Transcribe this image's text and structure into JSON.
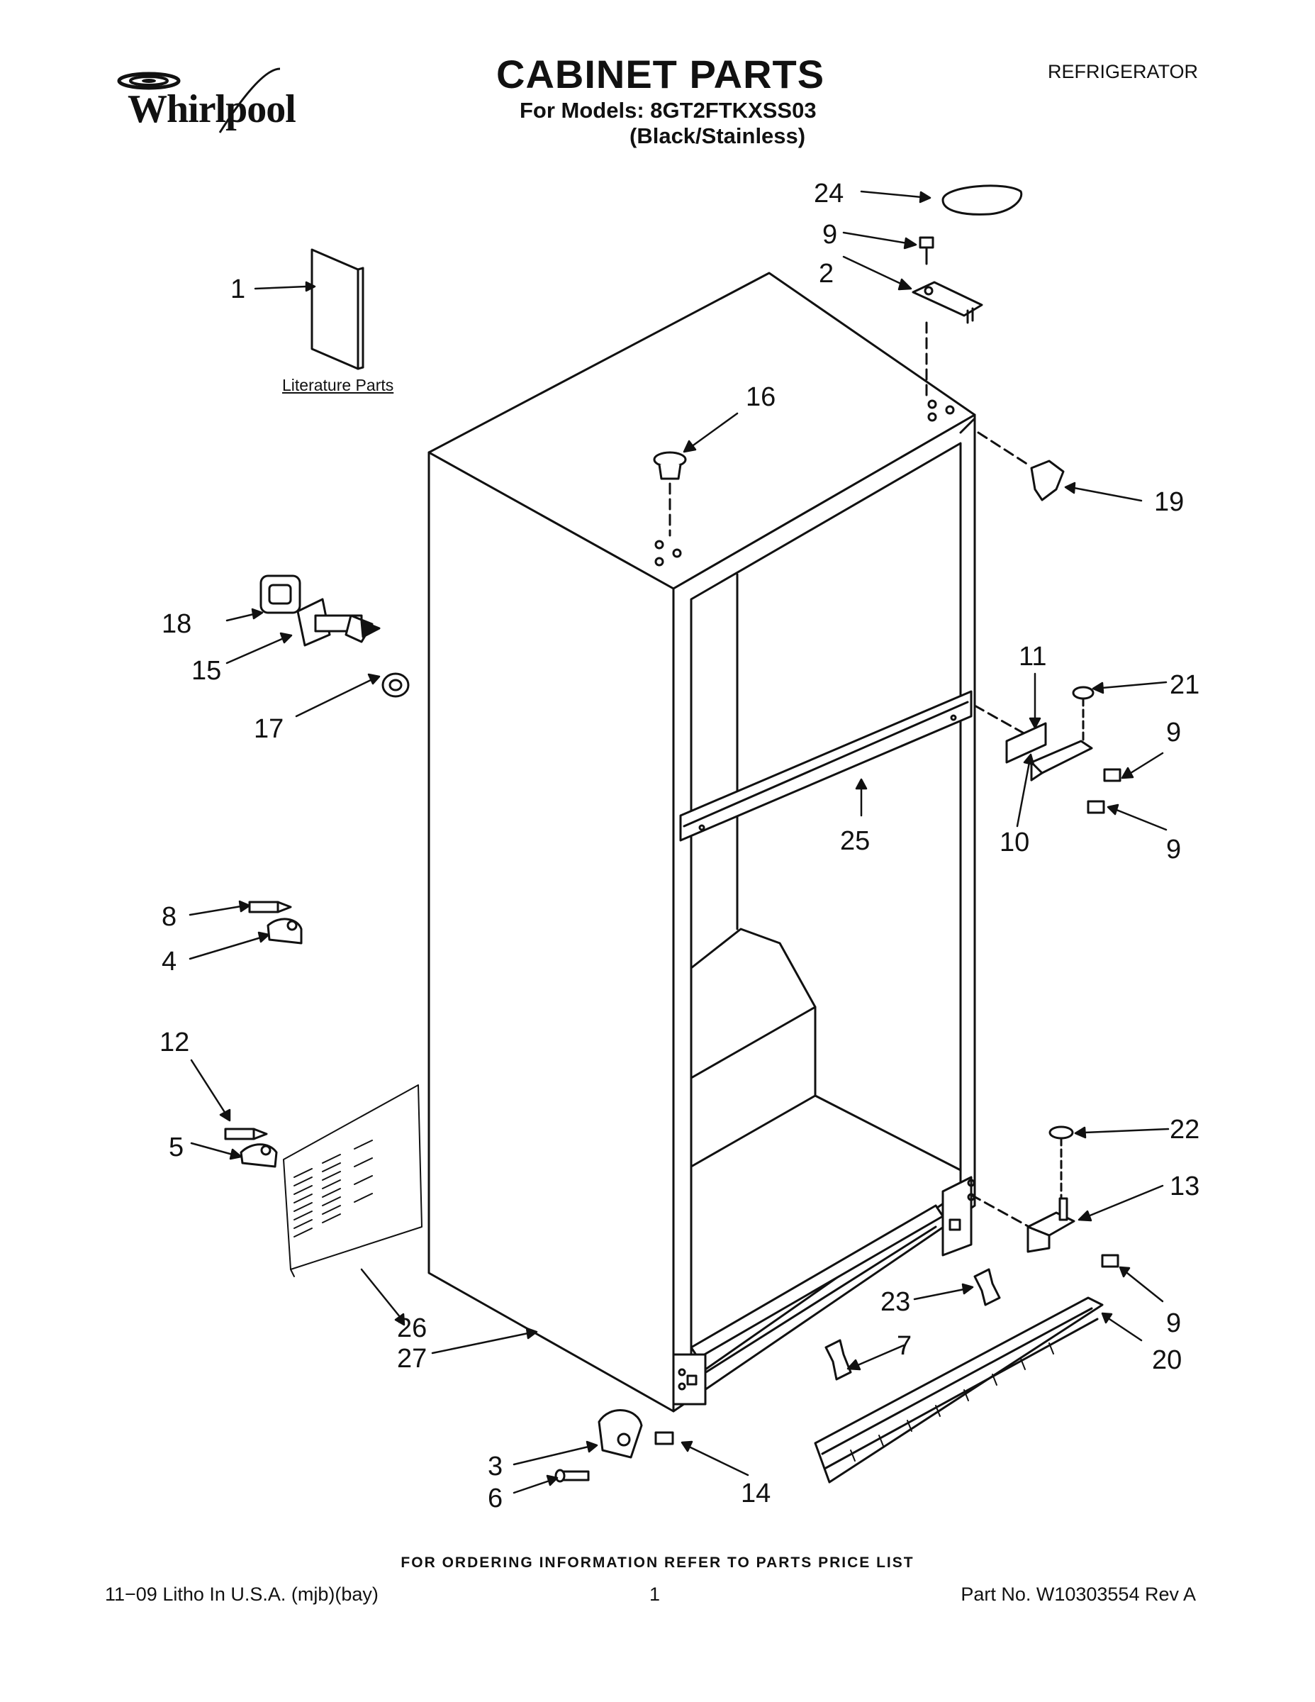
{
  "header": {
    "brand": "Whirlpool",
    "title": "CABINET PARTS",
    "models_line": "For Models: 8GT2FTKXSS03",
    "color_line": "(Black/Stainless)",
    "category": "REFRIGERATOR"
  },
  "diagram": {
    "literature_label": "Literature Parts",
    "callouts": [
      "1",
      "2",
      "3",
      "4",
      "5",
      "6",
      "7",
      "8",
      "9",
      "9",
      "9",
      "9",
      "10",
      "11",
      "12",
      "13",
      "14",
      "15",
      "16",
      "17",
      "18",
      "19",
      "20",
      "21",
      "22",
      "23",
      "24",
      "25",
      "26",
      "27"
    ]
  },
  "footer": {
    "order_info": "FOR ORDERING INFORMATION REFER TO PARTS PRICE LIST",
    "print_info": "11−09 Litho In U.S.A. (mjb)(bay)",
    "page_number": "1",
    "part_number": "Part No. W10303554 Rev A"
  }
}
